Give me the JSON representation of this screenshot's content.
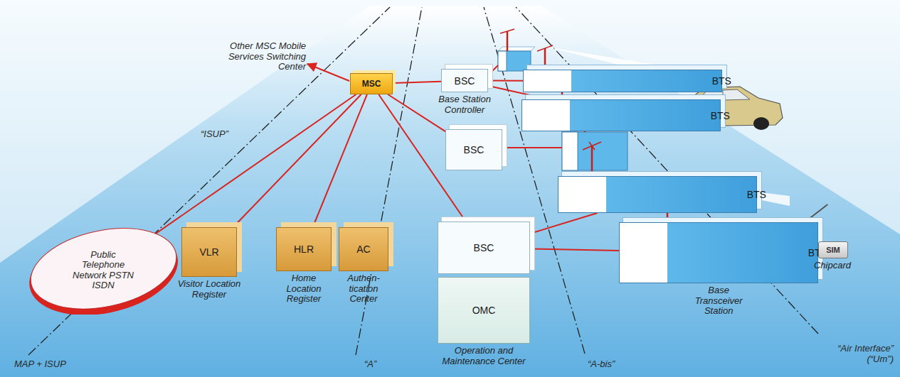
{
  "diagram": {
    "nodes": [
      {
        "text": [
          "Public Telephone Network PSTN ISDN"
        ]
      },
      {
        "text": [
          "VLR",
          "Visitor Location Register"
        ]
      },
      {
        "text": [
          "HLR",
          "Home Location Register"
        ]
      },
      {
        "text": [
          "AC",
          "Authen- tication Center"
        ]
      },
      {
        "text": [
          "MSC"
        ]
      },
      {
        "text": [
          "BSC",
          "Base Station Controller"
        ]
      },
      {
        "text": [
          "BSC"
        ]
      },
      {
        "text": [
          "BSC"
        ]
      },
      {
        "text": [
          "OMC",
          "Operation and Maintenance Center"
        ]
      },
      {
        "text": [
          "BTS"
        ]
      },
      {
        "text": [
          "BTS"
        ]
      },
      {
        "text": [
          "BTS"
        ]
      },
      {
        "text": [
          "BTS",
          "Base Transceiver Station"
        ]
      },
      {
        "text": [
          "SIM",
          "Chipcard"
        ]
      }
    ],
    "edges": [
      {
        "from": 4,
        "to": 0,
        "arrow": "none"
      },
      {
        "from": 4,
        "to": 1,
        "arrow": "none"
      },
      {
        "from": 4,
        "to": 2,
        "arrow": "none"
      },
      {
        "from": 4,
        "to": 5,
        "arrow": "none"
      },
      {
        "from": 4,
        "to": 6,
        "arrow": "none"
      },
      {
        "from": 4,
        "to": 7,
        "arrow": "none"
      },
      {
        "from": 5,
        "to": 9,
        "arrow": "none"
      },
      {
        "from": 5,
        "to": 10,
        "arrow": "none"
      },
      {
        "from": 7,
        "to": 11,
        "arrow": "none"
      },
      {
        "from": 7,
        "to": 12,
        "arrow": "none"
      }
    ],
    "labels": [
      "Other MSC Mobile Services Switching Center",
      "“ISUP”",
      "MAP + ISUP",
      "“A”",
      "“A-bis”",
      "“Air Interface” (“Um”)"
    ]
  }
}
